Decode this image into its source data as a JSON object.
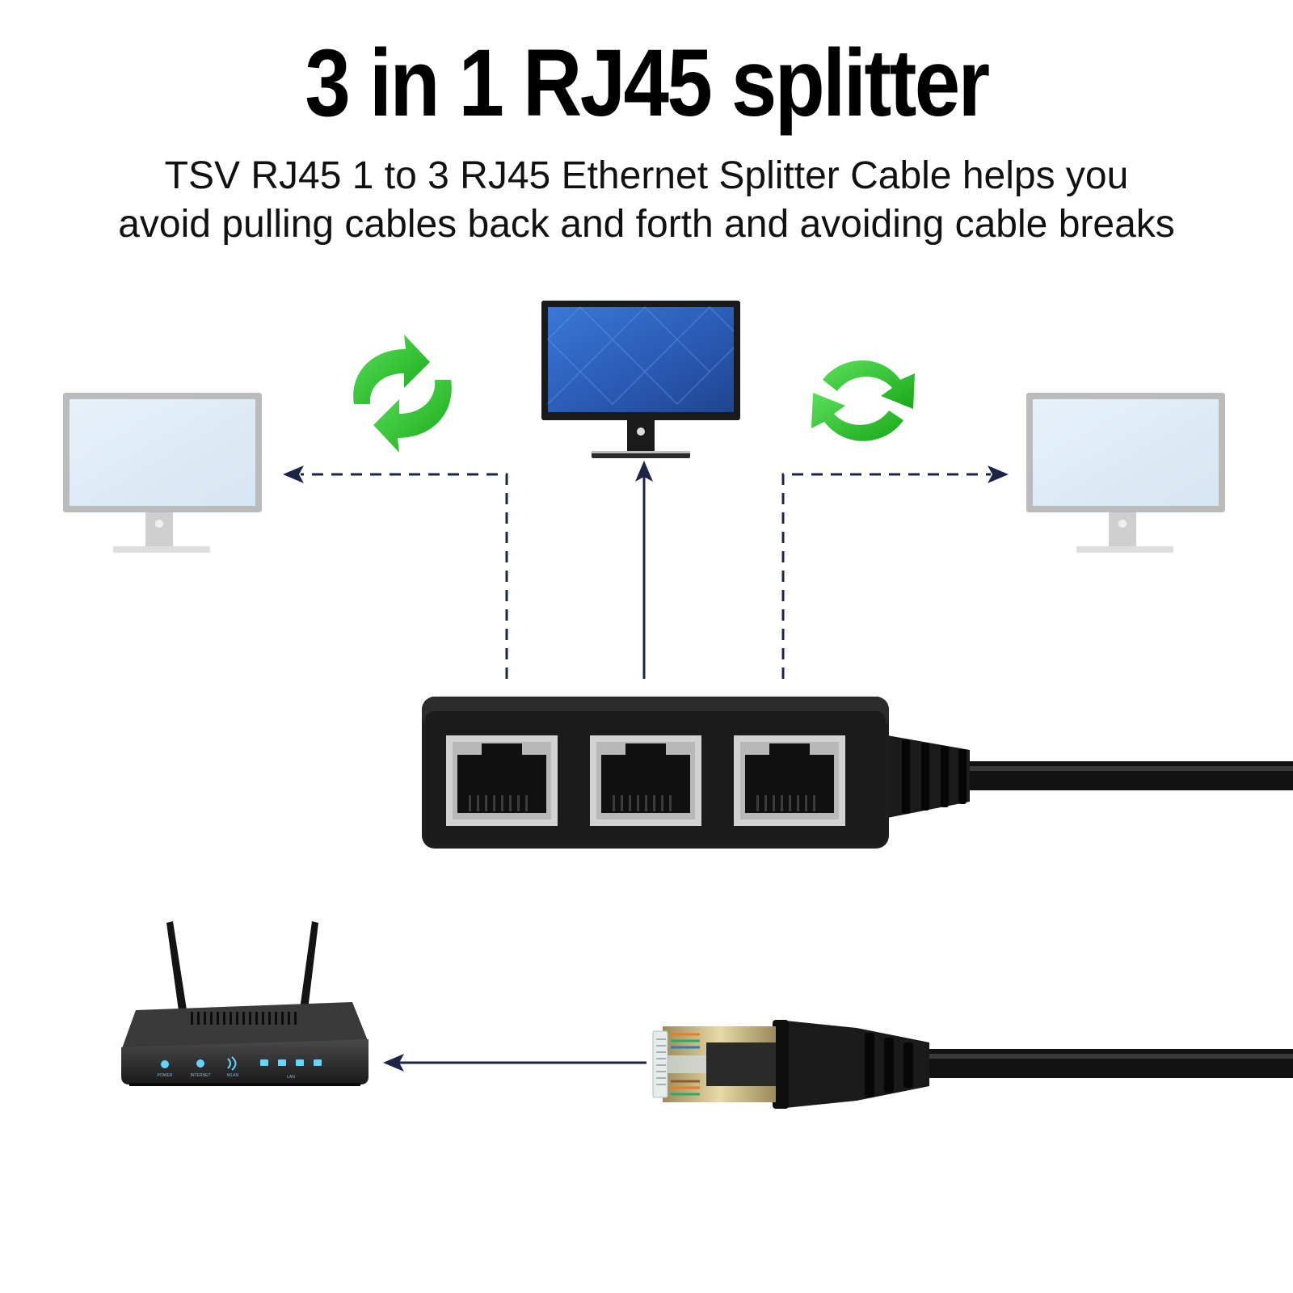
{
  "header": {
    "title": "3 in 1 RJ45 splitter",
    "subtitle_line1": "TSV RJ45 1 to 3 RJ45 Ethernet Splitter Cable helps you",
    "subtitle_line2": "avoid pulling cables back and forth and avoiding cable breaks"
  },
  "router": {
    "labels": [
      "POWER",
      "INTERNET",
      "WLAN",
      "LAN"
    ]
  },
  "colors": {
    "arrow": "#1c2448",
    "sync_green": "#2ec52e",
    "monitor_blue": "#2e63c4",
    "monitor_light": "#c9dff2",
    "splitter_body": "#1c1c1c",
    "port_frame": "#d2d2d2"
  },
  "icons": [
    "monitor-icon",
    "sync-arrows-icon",
    "router-icon",
    "rj45-port-icon",
    "rj45-plug-icon"
  ]
}
